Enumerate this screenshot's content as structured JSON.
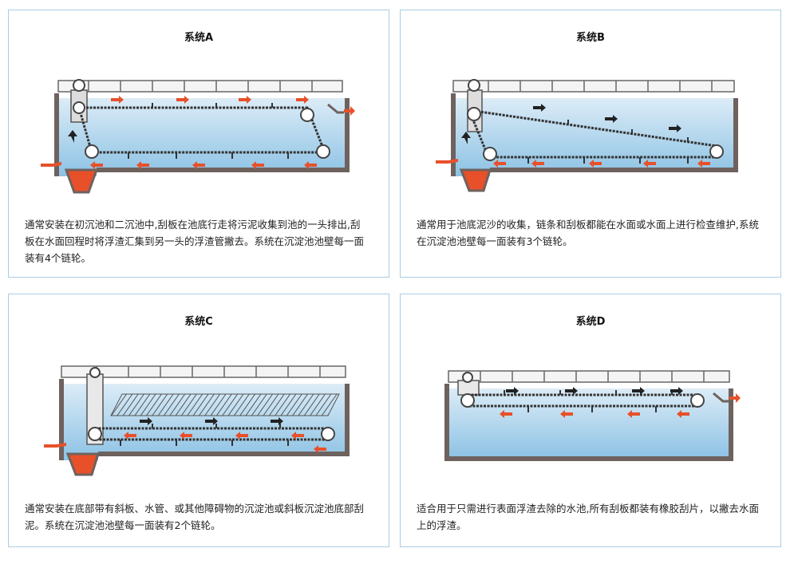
{
  "cards": [
    {
      "title": "系统A",
      "description": "通常安装在初沉池和二沉池中,刮板在池底行走将污泥收集到池的一头排出,刮板在水面回程时将浮渣汇集到另一头的浮渣管撇去。系统在沉淀池池壁每一面装有4个链轮。"
    },
    {
      "title": "系统B",
      "description": "通常用于池底泥沙的收集，链条和刮板都能在水面或水面上进行检查维护,系统在沉淀池池壁每一面装有3个链轮。"
    },
    {
      "title": "系统C",
      "description": "通常安装在底部带有斜板、水管、或其他障碍物的沉淀池或斜板沉淀池底部刮泥。系统在沉淀池池壁每一面装有2个链轮。"
    },
    {
      "title": "系统D",
      "description": "适合用于只需进行表面浮渣去除的水池,所有刮板都装有橡胶刮片，以撇去水面上的浮渣。"
    }
  ],
  "colors": {
    "border": "#a9cde3",
    "water_top": "#d6ebf6",
    "water_bottom": "#8fc3e3",
    "tank_wall": "#7a6e6a",
    "arrow_red": "#e8502a",
    "hopper": "#e8502a",
    "chain": "#333333"
  }
}
